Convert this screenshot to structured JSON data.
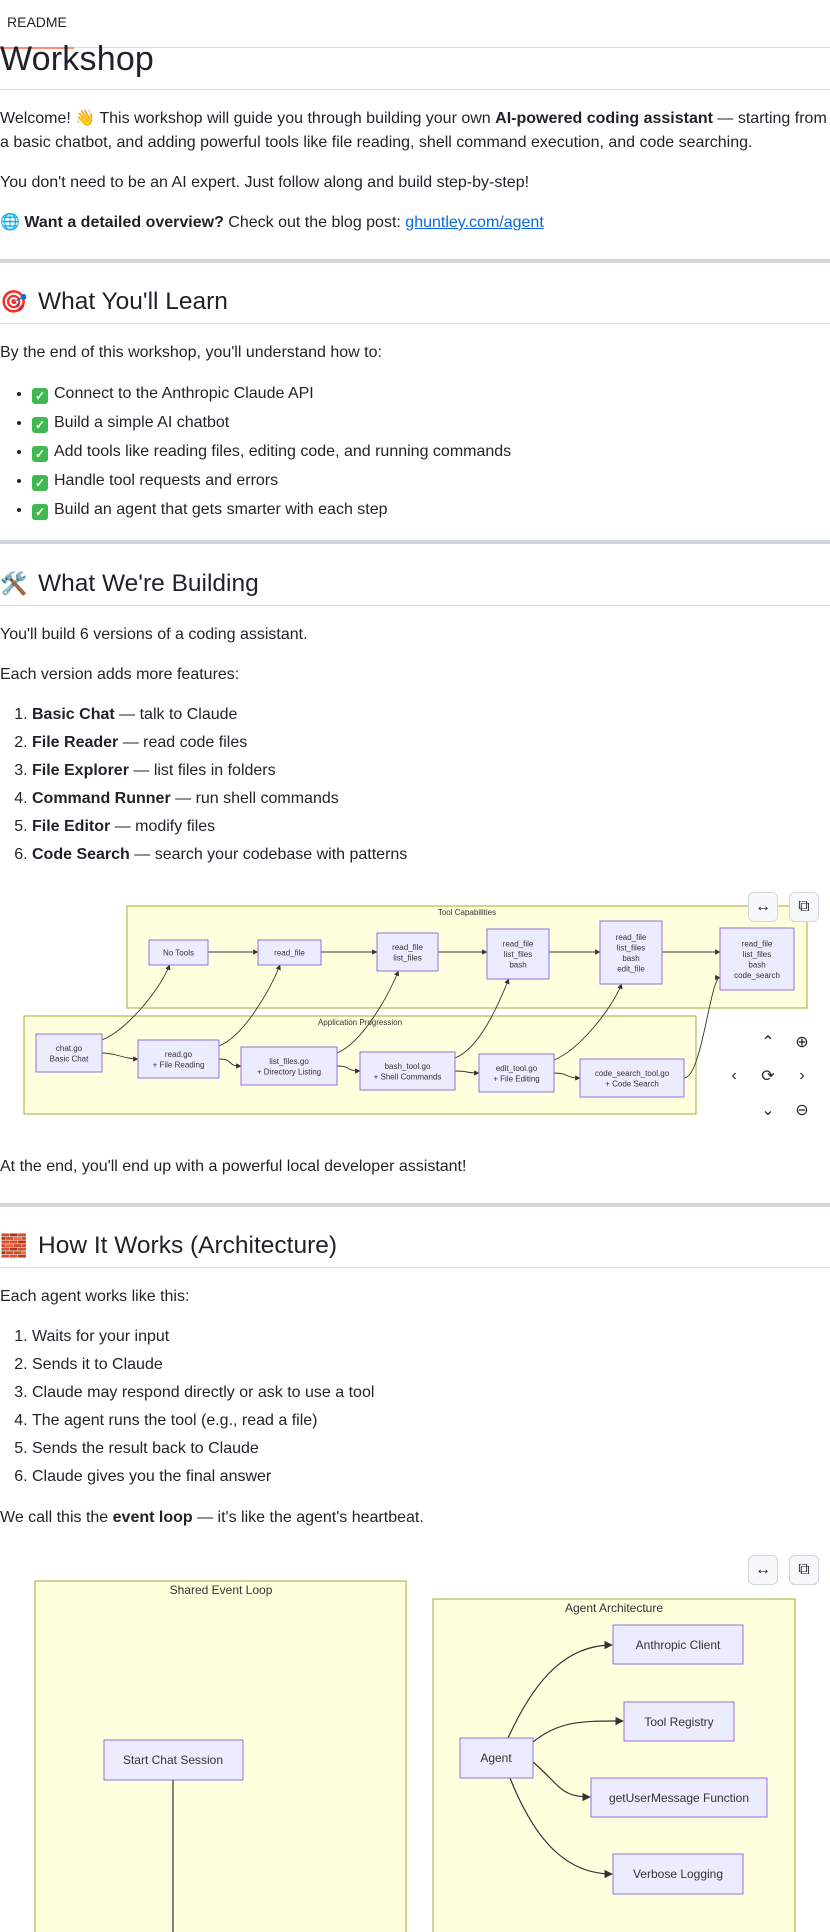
{
  "tab": {
    "label": "README"
  },
  "title": "Workshop",
  "intro": {
    "welcome_pre": "Welcome!",
    "wave_emoji": "👋",
    "welcome_mid": " This workshop will guide you through building your own ",
    "welcome_bold": "AI-powered coding assistant",
    "welcome_post": " — starting from a basic chatbot, and adding powerful tools like file reading, shell command execution, and code searching.",
    "not_expert": "You don't need to be an AI expert. Just follow along and build step-by-step!",
    "globe_emoji": "🌐",
    "overview_bold": "Want a detailed overview?",
    "overview_text": " Check out the blog post: ",
    "overview_link": "ghuntley.com/agent"
  },
  "learn": {
    "emoji": "🎯",
    "heading": "What You'll Learn",
    "lead": "By the end of this workshop, you'll understand how to:",
    "items": [
      "Connect to the Anthropic Claude API",
      "Build a simple AI chatbot",
      "Add tools like reading files, editing code, and running commands",
      "Handle tool requests and errors",
      "Build an agent that gets smarter with each step"
    ]
  },
  "building": {
    "emoji": "🛠️",
    "heading": "What We're Building",
    "lead1": "You'll build 6 versions of a coding assistant.",
    "lead2": "Each version adds more features:",
    "steps": [
      {
        "name": "Basic Chat",
        "desc": " — talk to Claude"
      },
      {
        "name": "File Reader",
        "desc": " — read code files"
      },
      {
        "name": "File Explorer",
        "desc": " — list files in folders"
      },
      {
        "name": "Command Runner",
        "desc": " — run shell commands"
      },
      {
        "name": "File Editor",
        "desc": " — modify files"
      },
      {
        "name": "Code Search",
        "desc": " — search your codebase with patterns"
      }
    ],
    "outro": "At the end, you'll end up with a powerful local developer assistant!"
  },
  "diagram1": {
    "tool_title": "Tool Capabilities",
    "app_title": "Application Progression",
    "tools": [
      {
        "lines": [
          "No Tools"
        ]
      },
      {
        "lines": [
          "read_file"
        ]
      },
      {
        "lines": [
          "read_file",
          "list_files"
        ]
      },
      {
        "lines": [
          "read_file",
          "list_files",
          "bash"
        ]
      },
      {
        "lines": [
          "read_file",
          "list_files",
          "bash",
          "edit_file"
        ]
      },
      {
        "lines": [
          "read_file",
          "list_files",
          "bash",
          "code_search"
        ]
      }
    ],
    "apps": [
      {
        "lines": [
          "chat.go",
          "Basic Chat"
        ]
      },
      {
        "lines": [
          "read.go",
          "+ File Reading"
        ]
      },
      {
        "lines": [
          "list_files.go",
          "+ Directory Listing"
        ]
      },
      {
        "lines": [
          "bash_tool.go",
          "+ Shell Commands"
        ]
      },
      {
        "lines": [
          "edit_tool.go",
          "+ File Editing"
        ]
      },
      {
        "lines": [
          "code_search_tool.go",
          "+ Code Search"
        ]
      }
    ]
  },
  "arch": {
    "emoji": "🧱",
    "heading": "How It Works (Architecture)",
    "lead": "Each agent works like this:",
    "steps": [
      "Waits for your input",
      "Sends it to Claude",
      "Claude may respond directly or ask to use a tool",
      "The agent runs the tool (e.g., read a file)",
      "Sends the result back to Claude",
      "Claude gives you the final answer"
    ],
    "loop_pre": "We call this the ",
    "loop_bold": "event loop",
    "loop_post": " — it's like the agent's heartbeat."
  },
  "diagram2": {
    "loop_title": "Shared Event Loop",
    "start_node": "Start Chat Session",
    "arch_title": "Agent Architecture",
    "agent_node": "Agent",
    "components": [
      "Anthropic Client",
      "Tool Registry",
      "getUserMessage Function",
      "Verbose Logging"
    ]
  },
  "controls": {
    "expand": "↔",
    "copy": "⧉",
    "up": "⌃",
    "zoom_in": "⊕",
    "left": "‹",
    "reset": "⟳",
    "right": "›",
    "down": "⌄",
    "zoom_out": "⊖"
  },
  "colors": {
    "cluster_fill": "#ffffde",
    "cluster_stroke": "#aaaa33",
    "node_fill": "#ececff",
    "node_stroke": "#9370db",
    "edge": "#333333"
  }
}
